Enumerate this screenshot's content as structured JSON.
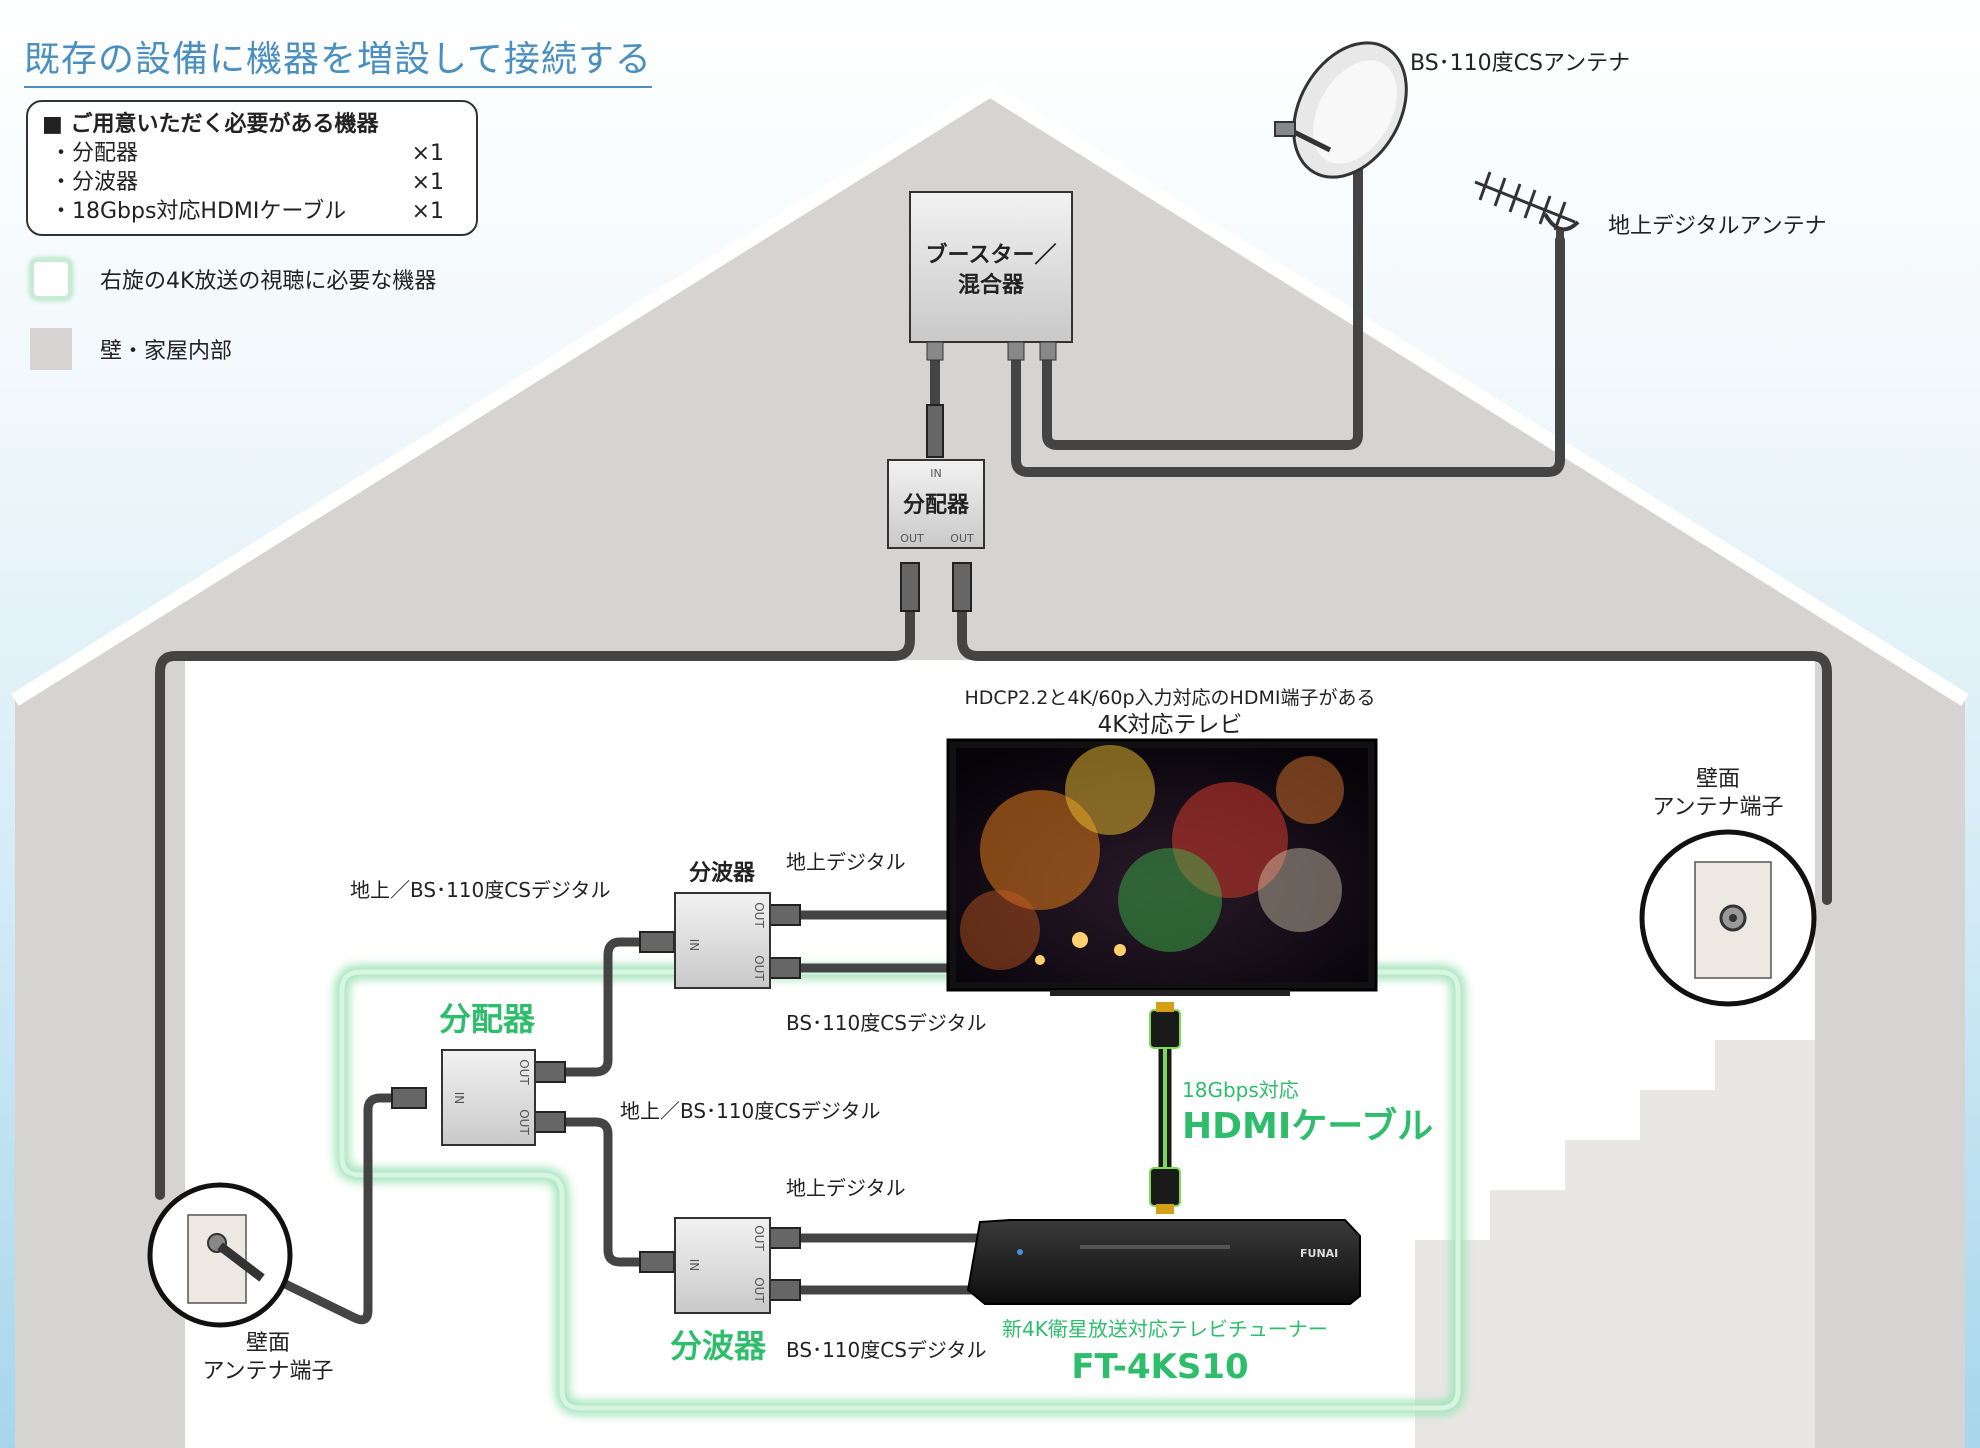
{
  "title": "既存の設備に機器を増設して接続する",
  "required_box": {
    "heading": "■ ご用意いただく必要がある機器",
    "items": [
      {
        "name": "・分配器",
        "qty": "×1"
      },
      {
        "name": "・分波器",
        "qty": "×1"
      },
      {
        "name": "・18Gbps対応HDMIケーブル",
        "qty": "×1"
      }
    ]
  },
  "legend": {
    "green": "右旋の4K放送の視聴に必要な機器",
    "gray": "壁・家屋内部"
  },
  "labels": {
    "bs_antenna": "BS･110度CSアンテナ",
    "terrestrial_antenna": "地上デジタルアンテナ",
    "booster_line1": "ブースター／",
    "booster_line2": "混合器",
    "top_splitter": "分配器",
    "in": "IN",
    "out": "OUT",
    "tv_spec": "HDCP2.2と4K/60p入力対応のHDMI端子がある",
    "tv_name": "4K対応テレビ",
    "wall_terminal_line1": "壁面",
    "wall_terminal_line2": "アンテナ端子",
    "mixed_signal": "地上／BS･110度CSデジタル",
    "diplexer": "分波器",
    "terrestrial_digital": "地上デジタル",
    "bs_digital": "BS･110度CSデジタル",
    "new_splitter": "分配器",
    "new_diplexer": "分波器",
    "hdmi_spec": "18Gbps対応",
    "hdmi_cable": "HDMIケーブル",
    "tuner_desc": "新4K衛星放送対応テレビチューナー",
    "tuner_model": "FT-4KS10",
    "tuner_brand": "FUNAI"
  },
  "colors": {
    "accent_green": "#2ebd6b",
    "title_blue": "#4a8fc0",
    "wall_gray": "#d6d4d2",
    "cable": "#555555"
  }
}
